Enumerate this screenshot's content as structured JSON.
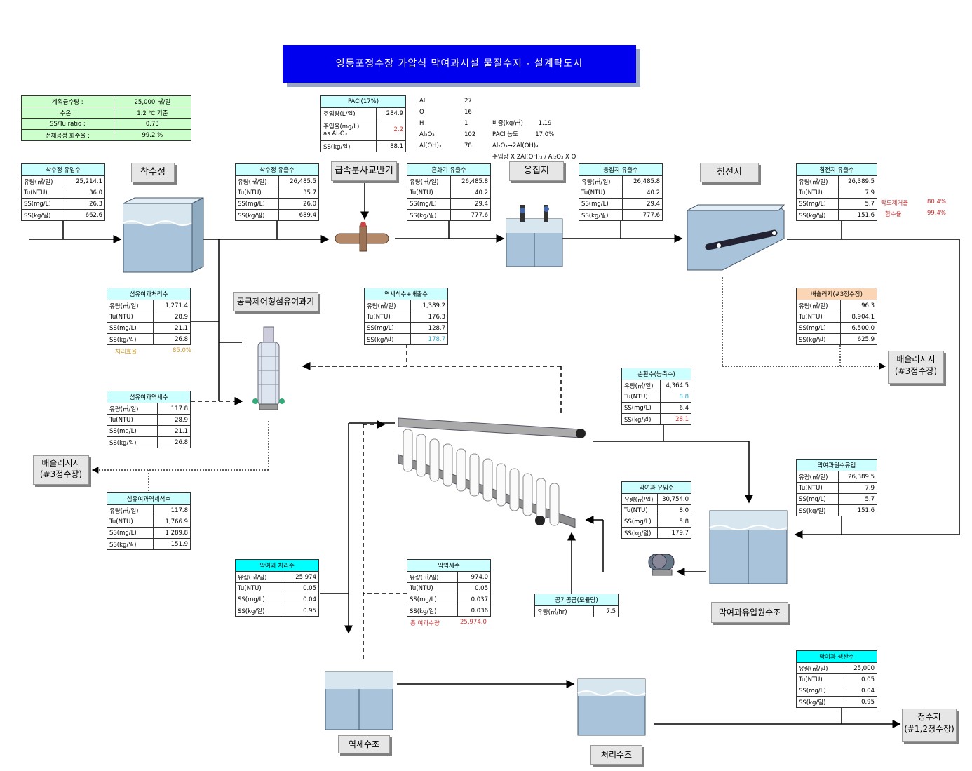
{
  "title": "영등포정수장 가압식 막여과시설 물질수지 - 설계탁도시",
  "design": [
    {
      "label": "계획급수량 :",
      "value": "25,000 ㎥/일"
    },
    {
      "label": "수온 :",
      "value": "1.2 ℃ 기준"
    },
    {
      "label": "SS/Tu ratio :",
      "value": "0.73"
    },
    {
      "label": "전체공정 회수율 :",
      "value": "99.2 %"
    }
  ],
  "pacl": {
    "header": "PACl(17%)",
    "rows": [
      {
        "label": "주입량(L/일)",
        "value": "284.9"
      },
      {
        "label": "주입율(mg/L)",
        "label2": "as Al₂O₃",
        "value": "2.2"
      },
      {
        "label": "SS(kg/일)",
        "value": "88.1"
      }
    ]
  },
  "chem": {
    "symbols": [
      "Al",
      "O",
      "H",
      "Al₂O₃",
      "Al(OH)₃"
    ],
    "weights": [
      "27",
      "16",
      "1",
      "102",
      "78"
    ],
    "notes": [
      "비중(kg/㎥)        1.19",
      "PACl 농도         17.0%",
      "",
      "Al₂O₃→2Al(OH)₃",
      "주입량 X 2Al(OH)₃ / Al₂O₃ X Q"
    ]
  },
  "labels": {
    "receiving": "착수정",
    "mixer": "급속분사교반기",
    "coag": "응집지",
    "sed": "침전지",
    "fiber": "공극제어형섬유여과기",
    "sludge1": "배슬러지지\n(#3정수장)",
    "sludge2": "배슬러지지\n(#3정수장)",
    "raw": "막여과유입원수조",
    "backwash": "역세수조",
    "treated": "처리수조",
    "clear": "정수지\n(#1,2정수장)"
  },
  "tables": {
    "inflow": {
      "header": "착수정 유입수",
      "rows": [
        [
          "유량(㎥/일)",
          "25,214.1"
        ],
        [
          "Tu(NTU)",
          "36.0"
        ],
        [
          "SS(mg/L)",
          "26.3"
        ],
        [
          "SS(kg/일)",
          "662.6"
        ]
      ]
    },
    "out1": {
      "header": "착수정 유출수",
      "rows": [
        [
          "유량(㎥/일)",
          "26,485.5"
        ],
        [
          "Tu(NTU)",
          "35.7"
        ],
        [
          "SS(mg/L)",
          "26.0"
        ],
        [
          "SS(kg/일)",
          "689.4"
        ]
      ]
    },
    "mixout": {
      "header": "혼화기 유출수",
      "rows": [
        [
          "유량(㎥/일)",
          "26,485.8"
        ],
        [
          "Tu(NTU)",
          "40.2"
        ],
        [
          "SS(mg/L)",
          "29.4"
        ],
        [
          "SS(kg/일)",
          "777.6"
        ]
      ]
    },
    "coagout": {
      "header": "응집지 유출수",
      "rows": [
        [
          "유량(㎥/일)",
          "26,485.8"
        ],
        [
          "Tu(NTU)",
          "40.2"
        ],
        [
          "SS(mg/L)",
          "29.4"
        ],
        [
          "SS(kg/일)",
          "777.6"
        ]
      ]
    },
    "sedout": {
      "header": "침전지 유출수",
      "rows": [
        [
          "유량(㎥/일)",
          "26,389.5"
        ],
        [
          "Tu(NTU)",
          "7.9"
        ],
        [
          "SS(mg/L)",
          "5.7"
        ],
        [
          "SS(kg/일)",
          "151.6"
        ]
      ]
    },
    "fibertreat": {
      "header": "섬유여과처리수",
      "rows": [
        [
          "유량(㎥/일)",
          "1,271.4"
        ],
        [
          "Tu(NTU)",
          "28.9"
        ],
        [
          "SS(mg/L)",
          "21.1"
        ],
        [
          "SS(kg/일)",
          "26.8"
        ]
      ]
    },
    "washmix": {
      "header": "역세척수+배출수",
      "rows": [
        [
          "유량(㎥/일)",
          "1,389.2"
        ],
        [
          "Tu(NTU)",
          "176.3"
        ],
        [
          "SS(mg/L)",
          "128.7"
        ],
        [
          "SS(kg/일)",
          "178.7"
        ]
      ]
    },
    "sludge": {
      "header": "배슬러지(#3정수장)",
      "rows": [
        [
          "유량(㎥/일)",
          "96.3"
        ],
        [
          "Tu(NTU)",
          "8,904.1"
        ],
        [
          "SS(mg/L)",
          "6,500.0"
        ],
        [
          "SS(kg/일)",
          "625.9"
        ]
      ]
    },
    "fiberback": {
      "header": "섬유여과역세수",
      "rows": [
        [
          "유량(㎥/일)",
          "117.8"
        ],
        [
          "Tu(NTU)",
          "28.9"
        ],
        [
          "SS(mg/L)",
          "21.1"
        ],
        [
          "SS(kg/일)",
          "26.8"
        ]
      ]
    },
    "circ": {
      "header": "순환수(농축수)",
      "rows": [
        [
          "유량(㎥/일)",
          "4,364.5"
        ],
        [
          "Tu(NTU)",
          "8.8"
        ],
        [
          "SS(mg/L)",
          "6.4"
        ],
        [
          "SS(kg/일)",
          "28.1"
        ]
      ]
    },
    "raw": {
      "header": "막여과원수유입",
      "rows": [
        [
          "유량(㎥/일)",
          "26,389.5"
        ],
        [
          "Tu(NTU)",
          "7.9"
        ],
        [
          "SS(mg/L)",
          "5.7"
        ],
        [
          "SS(kg/일)",
          "151.6"
        ]
      ]
    },
    "memin": {
      "header": "막여과 유입수",
      "rows": [
        [
          "유량(㎥/일)",
          "30,754.0"
        ],
        [
          "Tu(NTU)",
          "8.0"
        ],
        [
          "SS(mg/L)",
          "5.8"
        ],
        [
          "SS(kg/일)",
          "179.7"
        ]
      ]
    },
    "fiberwash": {
      "header": "섬유여과역세척수",
      "rows": [
        [
          "유량(㎥/일)",
          "117.8"
        ],
        [
          "Tu(NTU)",
          "1,766.9"
        ],
        [
          "SS(mg/L)",
          "1,289.8"
        ],
        [
          "SS(kg/일)",
          "151.9"
        ]
      ]
    },
    "memtreat": {
      "header": "막여과 처리수",
      "rows": [
        [
          "유량(㎥/일)",
          "25,974"
        ],
        [
          "Tu(NTU)",
          "0.05"
        ],
        [
          "SS(mg/L)",
          "0.04"
        ],
        [
          "SS(kg/일)",
          "0.95"
        ]
      ]
    },
    "memwash": {
      "header": "막역세수",
      "rows": [
        [
          "유량(㎥/일)",
          "974.0"
        ],
        [
          "Tu(NTU)",
          "0.05"
        ],
        [
          "SS(mg/L)",
          "0.037"
        ],
        [
          "SS(kg/일)",
          "0.036"
        ]
      ]
    },
    "air": {
      "header": "공기공급(모듈당)",
      "rows": [
        [
          "유량(㎥/hr)",
          "7.5"
        ]
      ]
    },
    "product": {
      "header": "막여과 생산수",
      "rows": [
        [
          "유량(㎥/일)",
          "25,000"
        ],
        [
          "Tu(NTU)",
          "0.05"
        ],
        [
          "SS(mg/L)",
          "0.04"
        ],
        [
          "SS(kg/일)",
          "0.95"
        ]
      ]
    }
  },
  "notes": {
    "turb_label": "탁도제거율",
    "turb_val": "80.4%",
    "water_label": "함수율",
    "water_val": "99.4%",
    "eff_label": "처리효율",
    "eff_val": "85.0%",
    "total_label": "총 여과수량",
    "total_val": "25,974.0"
  }
}
